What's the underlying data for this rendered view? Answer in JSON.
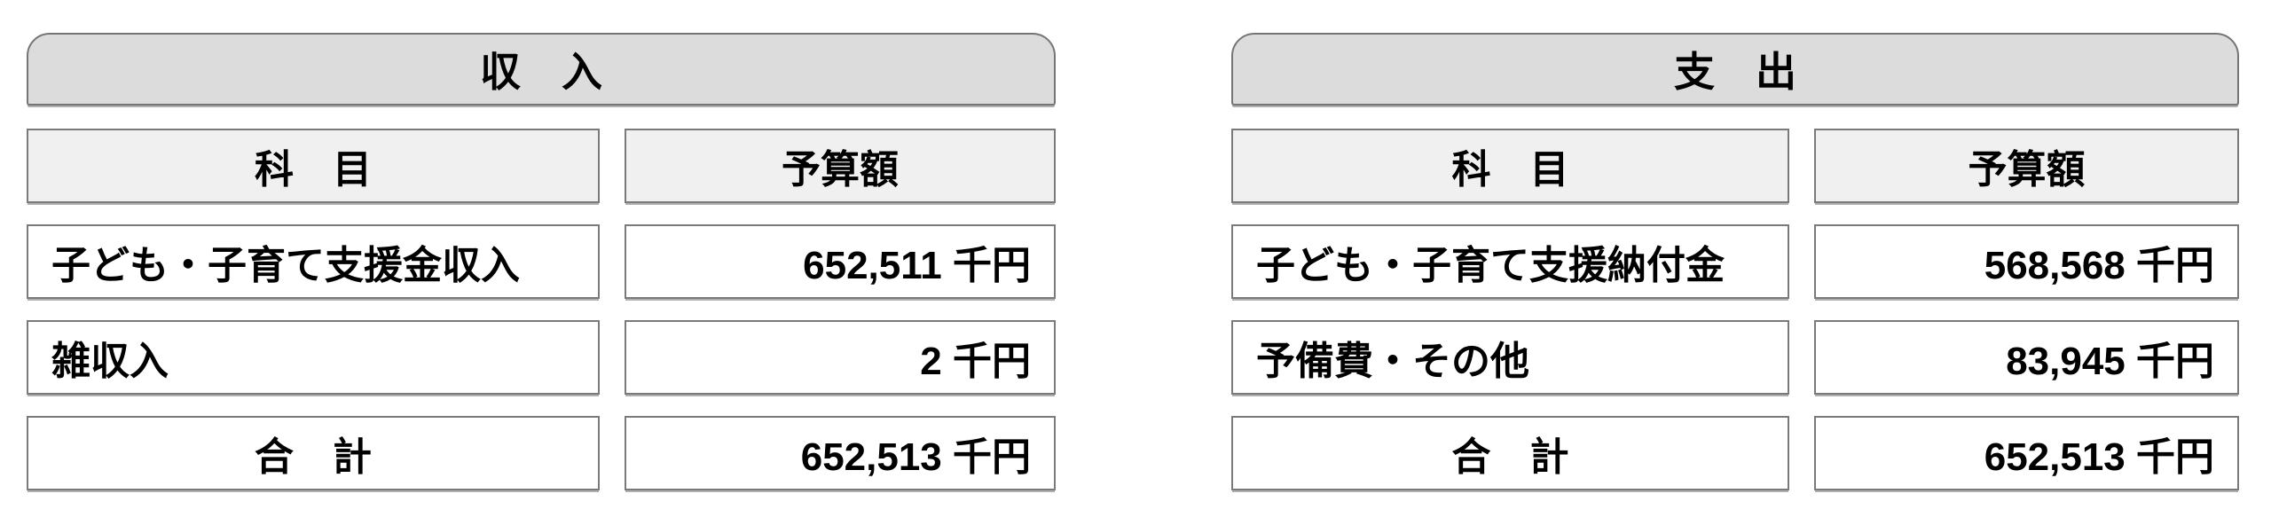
{
  "page": {
    "background_color": "#ffffff",
    "text_color": "#000000",
    "title_bar_fill": "#dcdcdc",
    "column_header_fill": "#f0f0f0",
    "cell_fill": "#ffffff",
    "border_color": "#757575"
  },
  "tables": [
    {
      "title": "収　入",
      "col_item": "科　目",
      "col_amount": "予算額",
      "rows": [
        {
          "item": "子ども・子育て支援金収入",
          "amount": "652,511 千円"
        },
        {
          "item": "雑収入",
          "amount": "2 千円"
        },
        {
          "item": "合　計",
          "amount": "652,513 千円"
        }
      ]
    },
    {
      "title": "支　出",
      "col_item": "科　目",
      "col_amount": "予算額",
      "rows": [
        {
          "item": "子ども・子育て支援納付金",
          "amount": "568,568 千円"
        },
        {
          "item": "予備費・その他",
          "amount": "83,945 千円"
        },
        {
          "item": "合　計",
          "amount": "652,513 千円"
        }
      ]
    }
  ]
}
